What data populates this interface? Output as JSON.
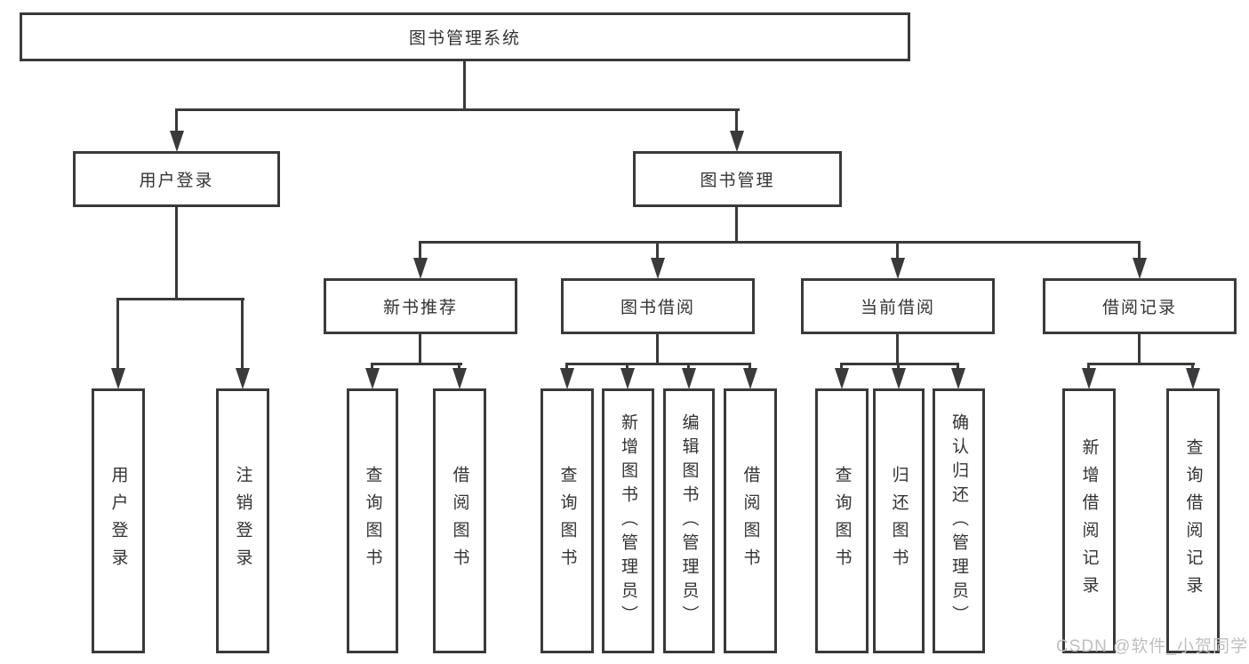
{
  "diagram": {
    "title": "图书管理系统",
    "root": {
      "label": "图书管理系统"
    },
    "level2": [
      {
        "label": "用户登录"
      },
      {
        "label": "图书管理"
      }
    ],
    "level3": [
      {
        "label": "新书推荐"
      },
      {
        "label": "图书借阅"
      },
      {
        "label": "当前借阅"
      },
      {
        "label": "借阅记录"
      }
    ],
    "leaves": {
      "user_login": [
        "用户登录",
        "注销登录"
      ],
      "new_books": [
        "查询图书",
        "借阅图书"
      ],
      "book_borrow": [
        "查询图书",
        "新增图书（管理员）",
        "编辑图书（管理员）",
        "借阅图书"
      ],
      "current_borrow": [
        "查询图书",
        "归还图书",
        "确认归还（管理员）"
      ],
      "borrow_records": [
        "新增借阅记录",
        "查询借阅记录"
      ]
    }
  },
  "watermark": {
    "text": "CSDN @软件_小贺同学"
  },
  "colors": {
    "line": "#3a3a3c",
    "text": "#333333",
    "watermark": "#bfbfc2",
    "background": "#ffffff"
  }
}
